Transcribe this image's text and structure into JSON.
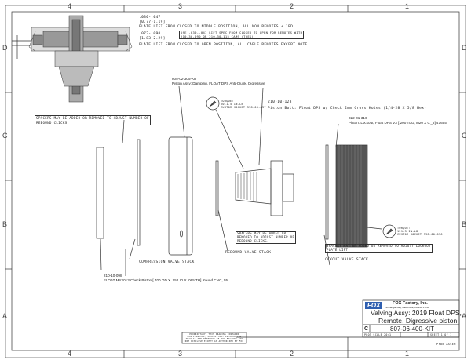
{
  "zones": {
    "columns": [
      "4",
      "3",
      "2",
      "1"
    ],
    "rows": [
      "D",
      "C",
      "B",
      "A"
    ]
  },
  "notes": {
    "lift1_range": ".030-.047",
    "lift1_metric": "[0.77-1.19]",
    "lift1_text": "PLATE LIFT FROM CLOSED TO MIDDLE POSITION, ALL NON REMOTES + 1RD",
    "lift2_range": ".072-.090",
    "lift2_metric": "[1.83-2.29]",
    "lift2_text": "PLATE LIFT FROM CLOSED TO OPEN POSITION, ALL CABLE REMOTES EXCEPT NOTE",
    "lift_box_line1": "USE .030-.047 LIFT SPEC FROM CLOSED TO OPEN FOR REMOTES WITH",
    "lift_box_line2": "210-30-090 OR 210-30-115 CAMS (TREK)",
    "spacers_rebound_top": "SPACERS MAY BE ADDED OR REMOVED TO ADJUST NUMBER OF",
    "spacers_rebound_top2": "REBOUND CLICKS.",
    "spacers_rebound_1": "SPACERS MAY BE ADDED OR",
    "spacers_rebound_2": "REMOVED TO ADJUST NUMBER OF",
    "spacers_rebound_3": "REBOUND CLICKS.",
    "spacers_lockout_1": "SPACERS MAY BE ADDED OR REMOVED TO ADJUST LOCKOUT",
    "spacers_lockout_2": "PLATE LIFT.",
    "compression_stack": "COMPRESSION VALVE STACK",
    "rebound_stack": "REBOUND VALVE STACK",
    "lockout_stack": "LOCKOUT VALVE STACK",
    "torque1_1": "TORQUE:",
    "torque1_2": "60-1.5 IN-LB",
    "torque1_3": "CUSTOM SOCKET 398-00-637",
    "torque2_1": "TORQUE:",
    "torque2_2": "121-3 IN-LB",
    "torque2_3": "CUSTOM SOCKET 398-00-636",
    "part1_num": "805-02-305-KIT",
    "part1_desc": "Piston Assy: Damping, FLOAT DPS Anti-Clunk, Digressive",
    "part2_num": "210-10-128",
    "part2_desc": "Piston Bolt: Float DPS w/ Check 2mm Cross Holes (1/4-28 X 5/8 Hex)",
    "part3_num": "222-01-316",
    "part3_desc": "Piston: Lockout, Float DPS V3 [.200 TLG, M20 X 0._5] 41655",
    "part4_num": "210-10-098",
    "part4_desc": "FLOAT MY2013 Check Piston [.700 OD X .252 ID X .065 TH] Round CNC, 55",
    "proprietary": "PROPRIETARY: THIS DRAWING CONTAINS CONFIDENTIAL, PROPRIETARY INFORMATION THAT IS THE PROPERTY OF FOX FACTORY. DO NOT DISCLOSE EXCEPT AS AUTHORIZED BY FOX"
  },
  "title_block": {
    "logo": "FOX",
    "company": "FOX Factory, Inc.",
    "address": "130 Hangar Way, Watsonville, CA 95076 USA",
    "title1": "Valving Assy: 2019 Float DPS,",
    "title2": "Remote, Digressive piston",
    "size": "C",
    "dwg_no": "807-06-400-KIT",
    "scale": "PLOT SCALE 20:1",
    "sheet": "SHEET 1 OF 1",
    "status": "Prod ASSEM"
  }
}
